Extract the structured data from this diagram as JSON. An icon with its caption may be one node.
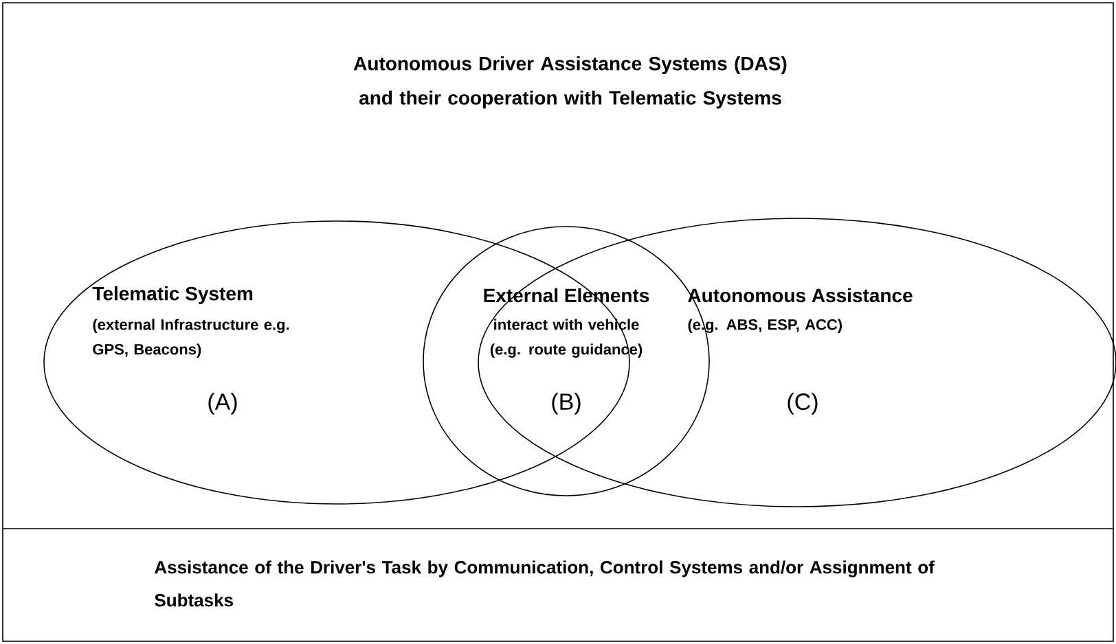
{
  "diagram": {
    "title": "Autonomous Driver Assistance Systems (DAS) and their cooperation with Telematic Systems",
    "nodes": [
      {
        "text": [
          "Telematic System",
          "(external Infrastructure e.g. GPS, Beacons)",
          "(A)"
        ]
      },
      {
        "text": [
          "Autonomous Assistance",
          "(e.g. ABS, ESP, ACC)",
          "(C)"
        ]
      },
      {
        "text": [
          "External Elements",
          "interact with vehicle (e.g. route guidance)",
          "(B)"
        ]
      }
    ],
    "labels": [
      "Assistance of the Driver's Task by Communication, Control Systems and/or Assignment of Subtasks"
    ]
  }
}
